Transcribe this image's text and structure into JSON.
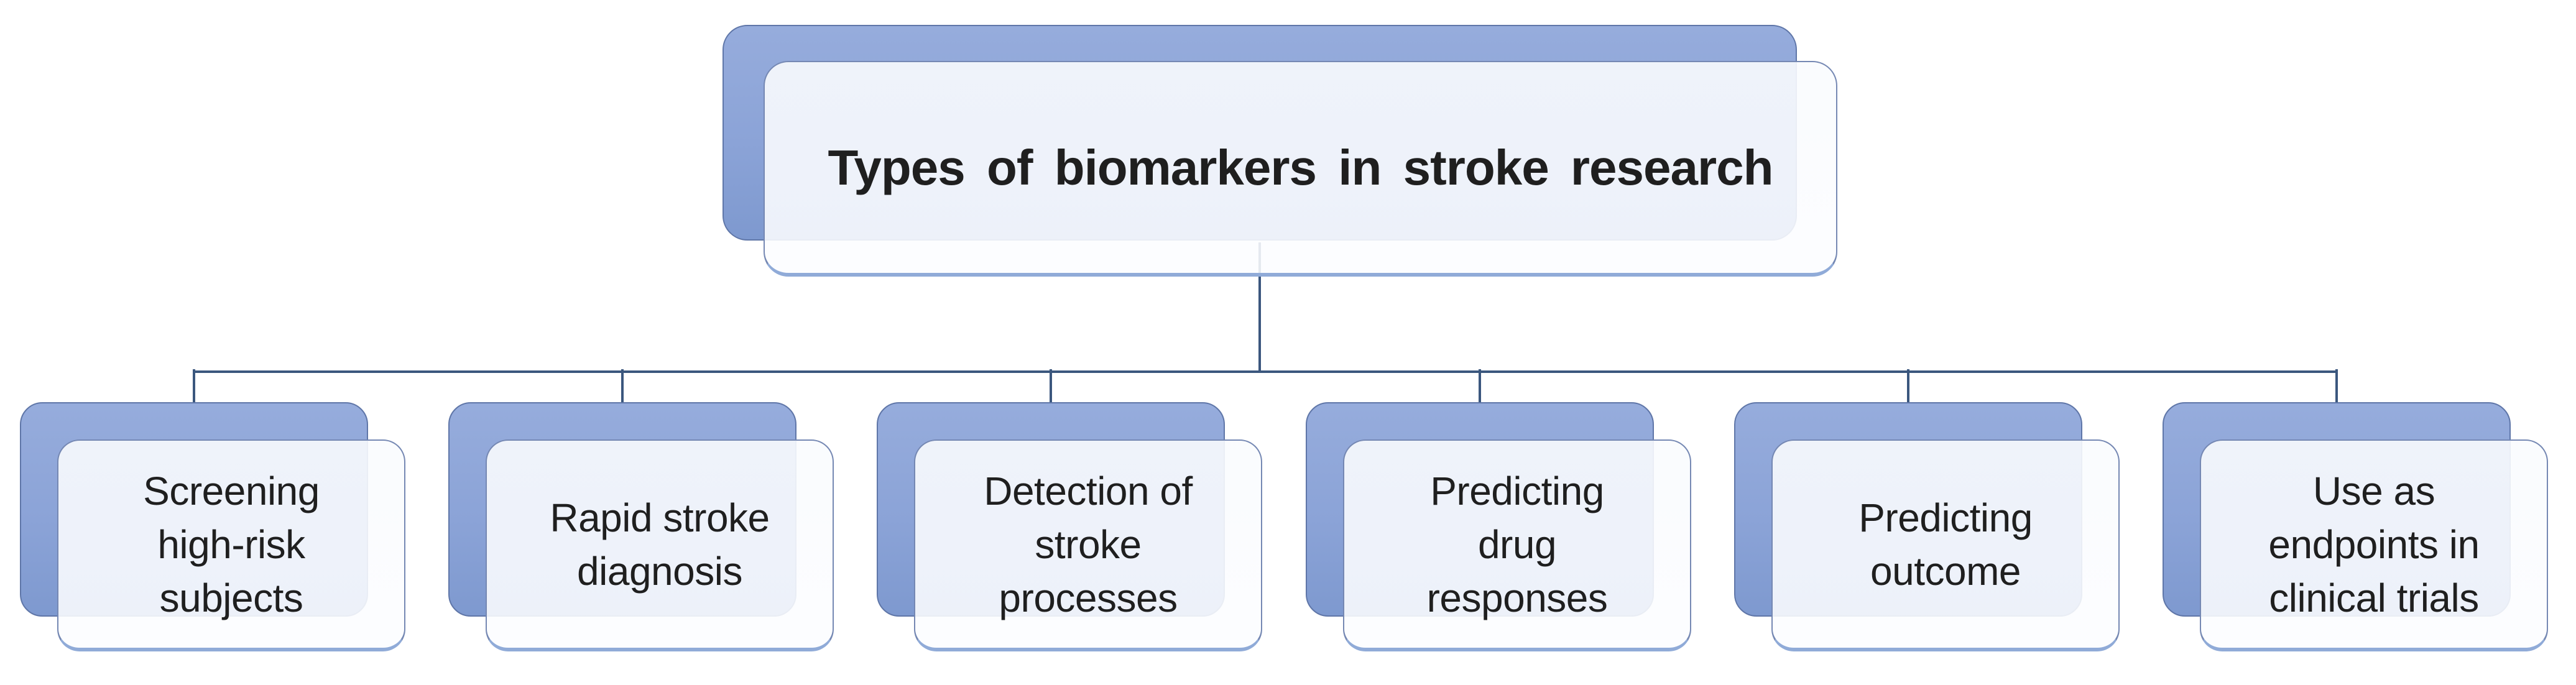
{
  "diagram": {
    "title": "Types of biomarkers in stroke research",
    "children": [
      {
        "label": "Screening\nhigh-risk\nsubjects"
      },
      {
        "label": "Rapid stroke\ndiagnosis"
      },
      {
        "label": "Detection of\nstroke\nprocesses"
      },
      {
        "label": "Predicting\ndrug\nresponses"
      },
      {
        "label": "Predicting\noutcome"
      },
      {
        "label": "Use as\nendpoints in\nclinical trials"
      }
    ],
    "colors": {
      "node_shadow_fill": "#8ba3d7",
      "node_face_fill": "#fafcfe",
      "node_border": "#5f76a8",
      "face_bottom_edge": "#90abd8",
      "connector": "#3b577e",
      "text": "#1f1f1f",
      "background": "#ffffff"
    }
  }
}
